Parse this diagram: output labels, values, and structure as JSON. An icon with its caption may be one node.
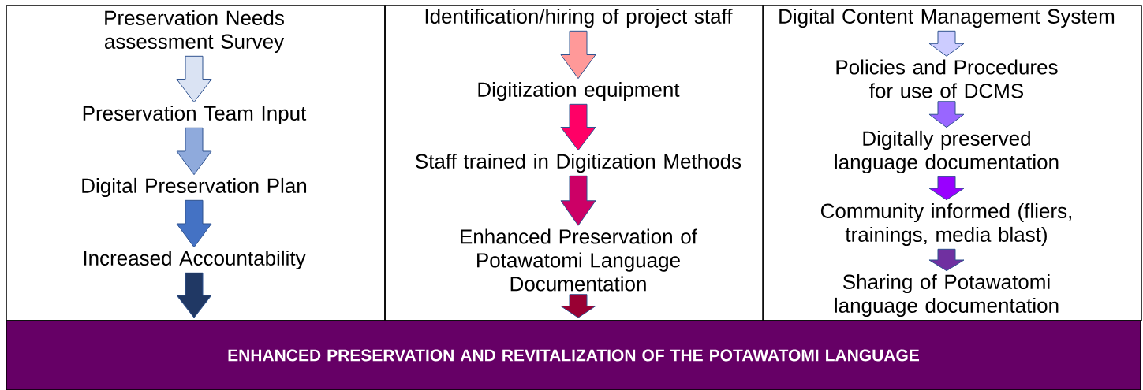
{
  "diagram": {
    "nodes": [
      {
        "text": [],
        "shape": "box"
      },
      {
        "text": [
          "Preservation Needs assessment Survey"
        ],
        "in": 0
      },
      {
        "text": [
          "Preservation Team Input"
        ],
        "in": 0
      },
      {
        "text": [
          "Digital Preservation Plan"
        ],
        "in": 0
      },
      {
        "text": [
          "Increased Accountability"
        ],
        "in": 0
      },
      {
        "text": [],
        "shape": "box"
      },
      {
        "text": [
          "Identification/hiring of project staff"
        ],
        "in": 5
      },
      {
        "text": [
          "Digitization equipment"
        ],
        "in": 5
      },
      {
        "text": [
          "Staff trained in Digitization Methods"
        ],
        "in": 5
      },
      {
        "text": [
          "Enhanced Preservation of Potawatomi Language Documentation"
        ],
        "in": 5
      },
      {
        "text": [],
        "shape": "box"
      },
      {
        "text": [
          "Digital Content Management System"
        ],
        "in": 10
      },
      {
        "text": [
          "Policies and Procedures for use of DCMS"
        ],
        "in": 10
      },
      {
        "text": [
          "Digitally preserved language documentation"
        ],
        "in": 10
      },
      {
        "text": [
          "Community informed (fliers, trainings, media blast)"
        ],
        "in": 10
      },
      {
        "text": [
          "Sharing of Potawatomi language documentation"
        ],
        "in": 10
      },
      {
        "text": [
          "ENHANCED PRESERVATION AND REVITALIZATION OF THE POTAWATOMI LANGUAGE"
        ]
      }
    ],
    "edges": [
      {
        "from": 1,
        "to": 2,
        "arrow": "to",
        "color": "#dae3f3"
      },
      {
        "from": 2,
        "to": 3,
        "arrow": "to",
        "color": "#8faadc"
      },
      {
        "from": 3,
        "to": 4,
        "arrow": "to",
        "color": "#4472c4"
      },
      {
        "from": 4,
        "to": 16,
        "arrow": "to",
        "color": "#203864"
      },
      {
        "from": 6,
        "to": 7,
        "arrow": "to",
        "color": "#ff9999"
      },
      {
        "from": 7,
        "to": 8,
        "arrow": "to",
        "color": "#ff0066"
      },
      {
        "from": 8,
        "to": 9,
        "arrow": "to",
        "color": "#cc0066"
      },
      {
        "from": 9,
        "to": 16,
        "arrow": "to",
        "color": "#990033"
      },
      {
        "from": 11,
        "to": 12,
        "arrow": "to",
        "color": "#ccccff"
      },
      {
        "from": 12,
        "to": 13,
        "arrow": "to",
        "color": "#9966ff"
      },
      {
        "from": 13,
        "to": 14,
        "arrow": "to",
        "color": "#9900ff"
      },
      {
        "from": 14,
        "to": 15,
        "arrow": "to",
        "color": "#7030a0"
      }
    ]
  }
}
